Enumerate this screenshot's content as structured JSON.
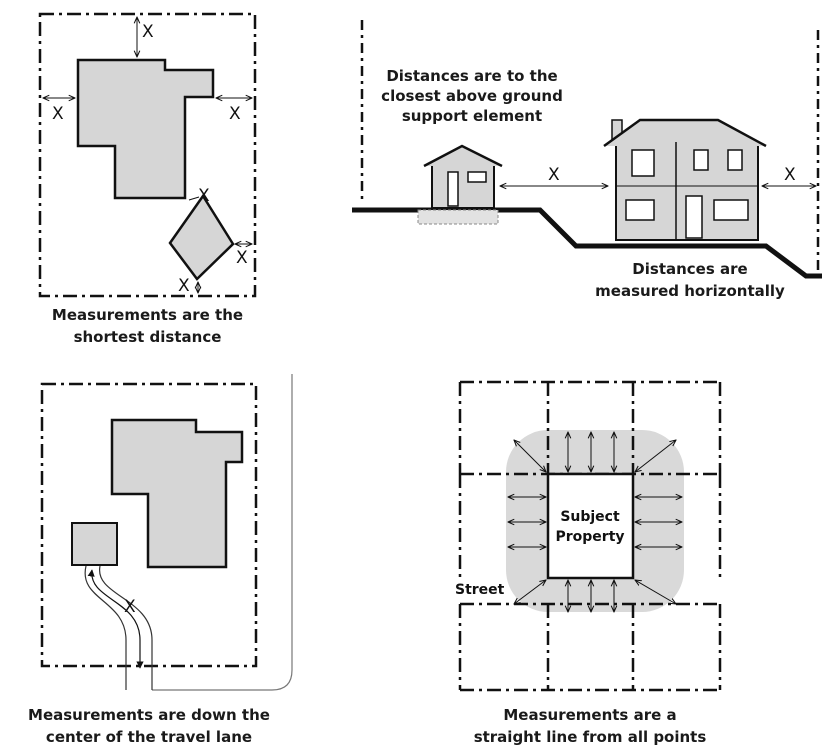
{
  "panels": {
    "shortest": {
      "caption_line1": "Measurements are the",
      "caption_line2": "shortest distance",
      "marker": "X"
    },
    "horizontal": {
      "callout_line1": "Distances are to the",
      "callout_line2": "closest above ground",
      "callout_line3": "support element",
      "caption_line1": "Distances are",
      "caption_line2": "measured horizontally",
      "marker": "X"
    },
    "travel_lane": {
      "caption_line1": "Measurements are down the",
      "caption_line2": "center of the travel lane",
      "marker": "X"
    },
    "straight_line": {
      "subject_line1": "Subject",
      "subject_line2": "Property",
      "street_label": "Street",
      "caption_line1": "Measurements are a",
      "caption_line2": "straight line from all points"
    }
  },
  "colors": {
    "building_fill": "#d6d6d6",
    "outline": "#111111",
    "shade_region": "#d9d9d9"
  }
}
